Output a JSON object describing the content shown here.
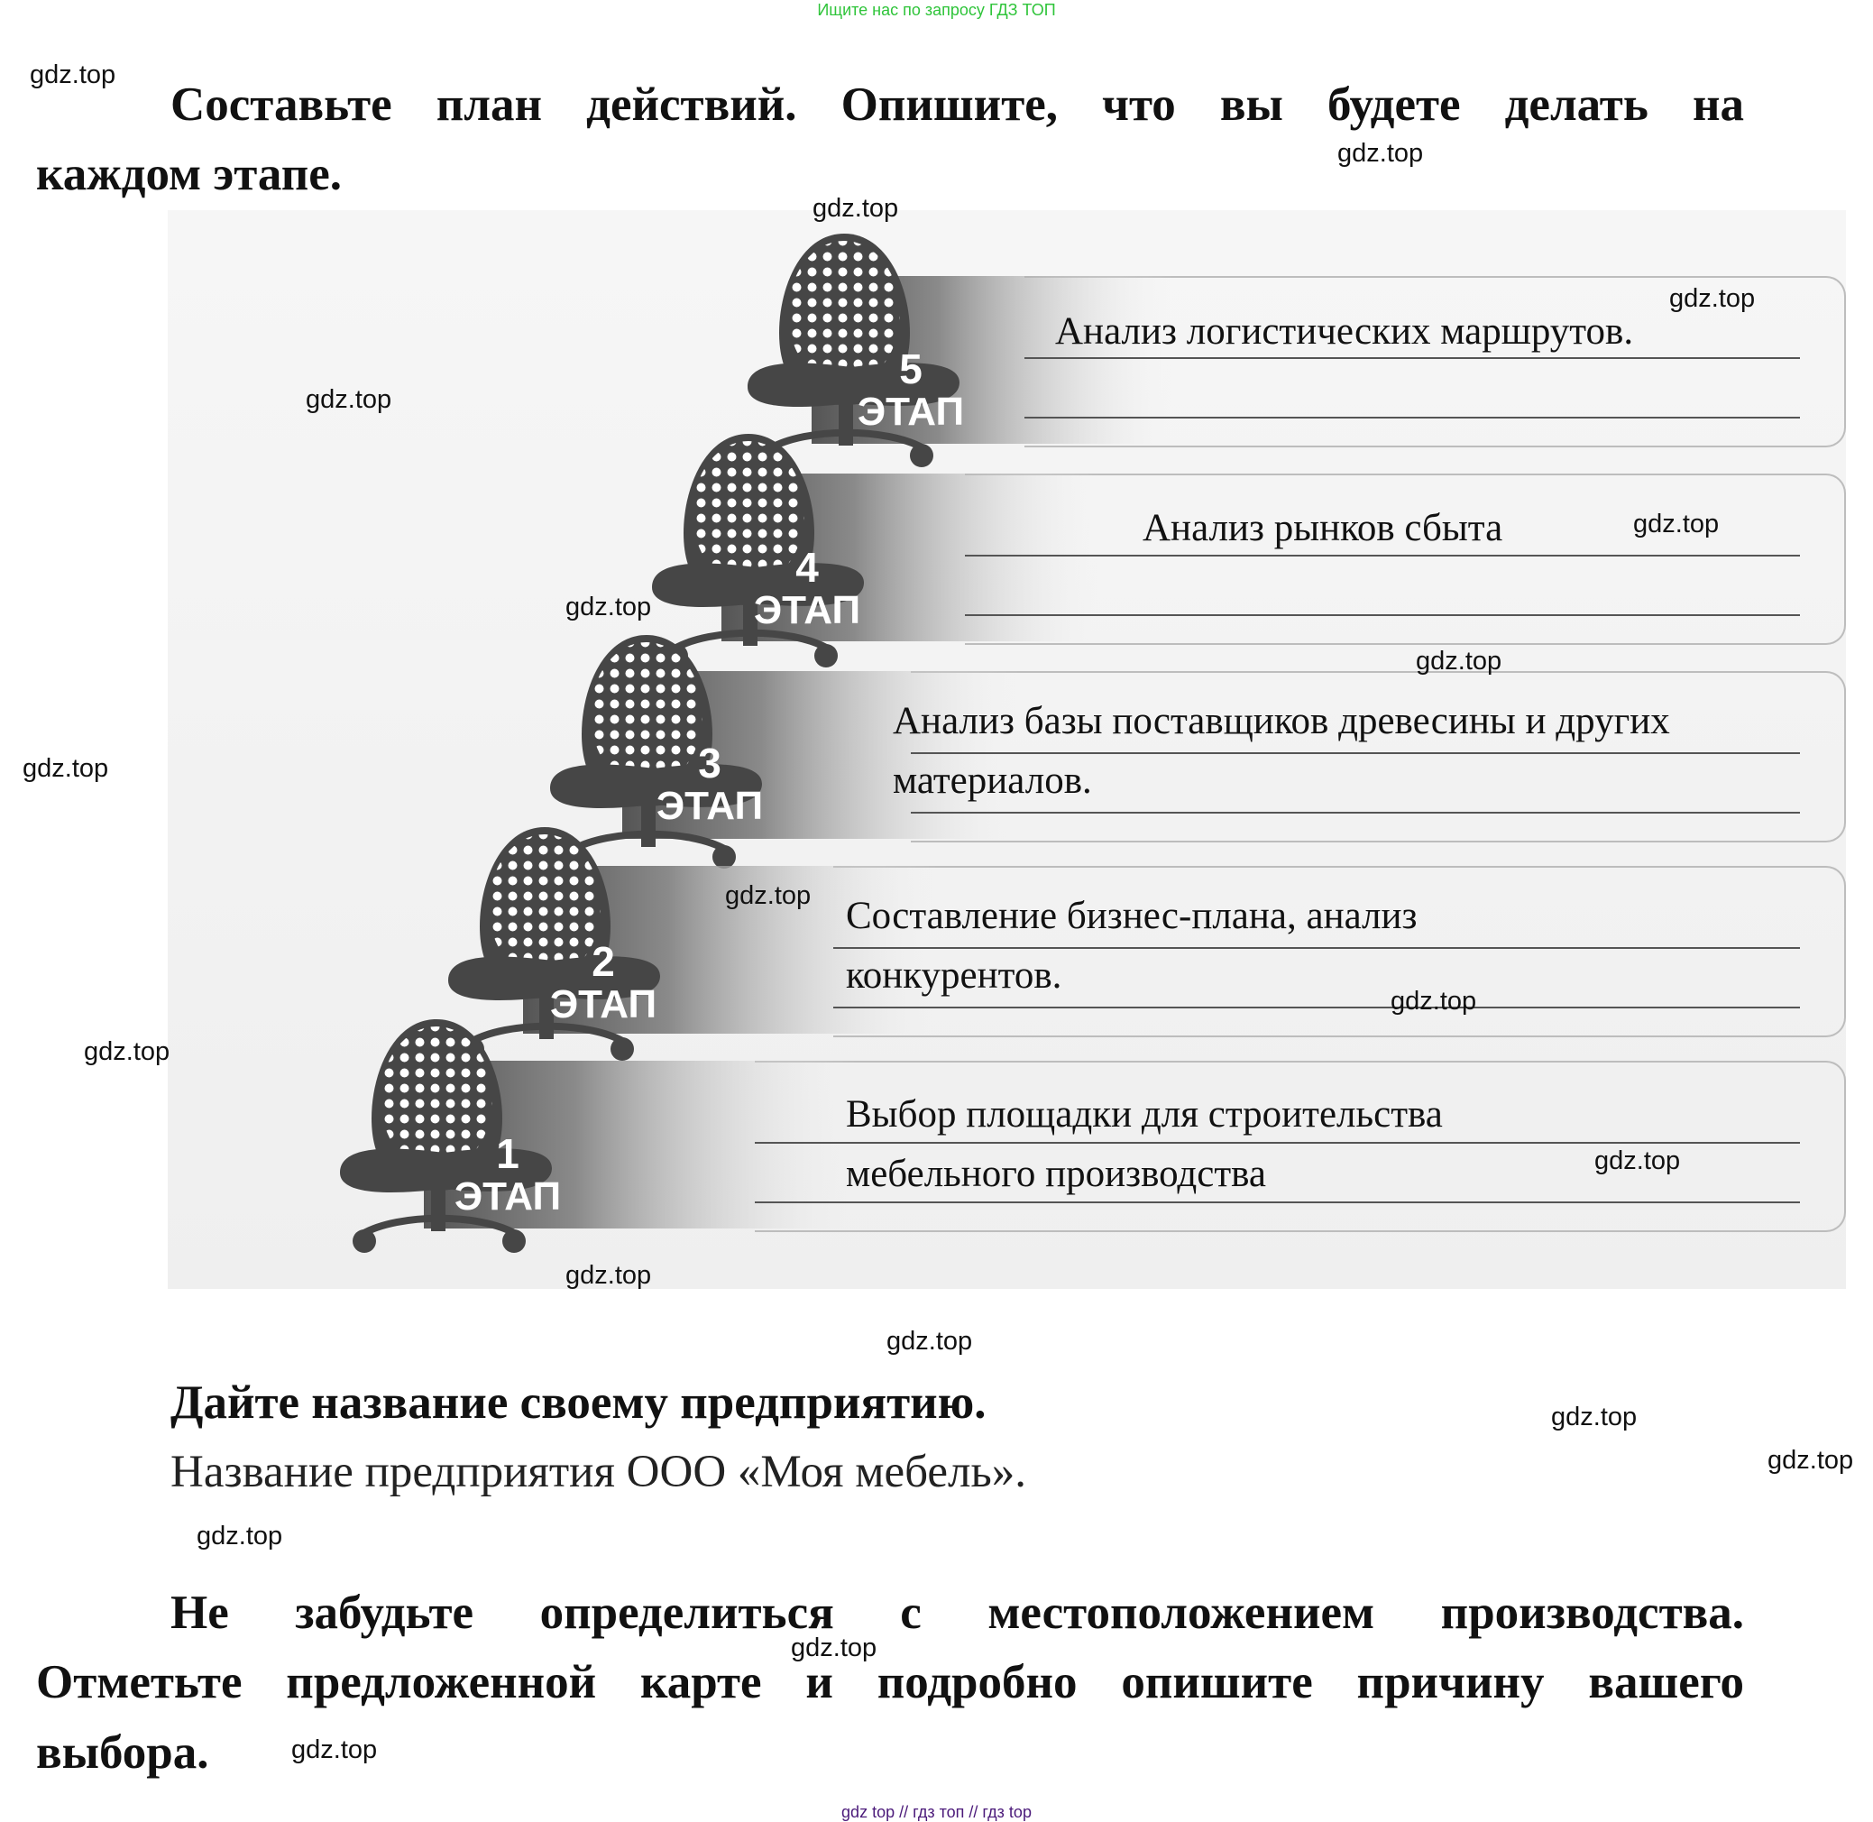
{
  "top_note": "Ищите нас по запросу ГДЗ ТОП",
  "bottom_note": "gdz top  //  гдз топ  //  гдз top",
  "task1": {
    "line1": "Составьте план действий. Опишите, что вы будете делать на",
    "line2": "каждом этапе."
  },
  "stages": [
    {
      "number": "5",
      "label": "ЭТАП",
      "lines": [
        "Анализ логистических маршрутов."
      ]
    },
    {
      "number": "4",
      "label": "ЭТАП",
      "lines": [
        "Анализ рынков сбыта"
      ]
    },
    {
      "number": "3",
      "label": "ЭТАП",
      "lines": [
        "Анализ базы поставщиков древесины и других",
        "материалов."
      ]
    },
    {
      "number": "2",
      "label": "ЭТАП",
      "lines": [
        "Составление бизнес-плана, анализ",
        "конкурентов."
      ]
    },
    {
      "number": "1",
      "label": "ЭТАП",
      "lines": [
        "Выбор площадки для строительства",
        "мебельного производства"
      ]
    }
  ],
  "task2": {
    "heading": "Дайте название своему предприятию.",
    "answer": "Название предприятия ООО «Моя мебель»."
  },
  "task3": {
    "line1": "Не забудьте определиться с местоположением производства.",
    "line2": "Отметьте предложенной карте и подробно опишите причину вашего",
    "line3": "выбора."
  },
  "watermark": "gdz.top",
  "colors": {
    "chair": "#464646",
    "top_note": "#2fc43a",
    "bottom_note": "#4b1a7a"
  }
}
